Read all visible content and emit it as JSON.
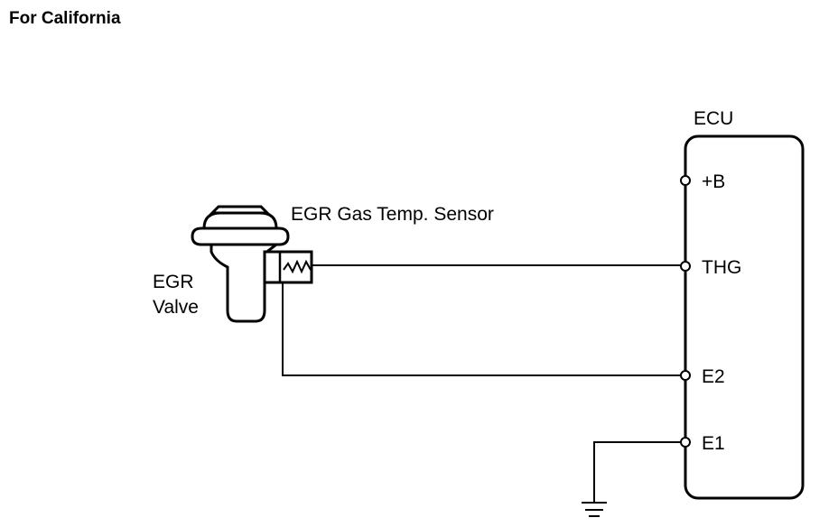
{
  "heading": "For California",
  "ecu": {
    "label": "ECU",
    "terminals": {
      "b": "+B",
      "thg": "THG",
      "e2": "E2",
      "e1": "E1"
    }
  },
  "sensor_label": "EGR Gas Temp. Sensor",
  "valve_label": {
    "line1": "EGR",
    "line2": "Valve"
  }
}
